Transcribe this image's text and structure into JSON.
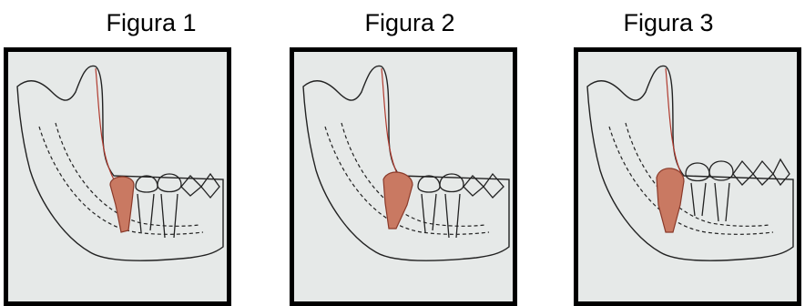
{
  "figures": [
    {
      "title": "Figura 1",
      "tooth_position": "vertical"
    },
    {
      "title": "Figura 2",
      "tooth_position": "angled"
    },
    {
      "title": "Figura 3",
      "tooth_position": "angled-deep"
    }
  ],
  "colors": {
    "tooth_fill": "#c97962",
    "line": "#222222",
    "nerve_line": "#b03a2e",
    "background": "#e6e9e8",
    "frame": "#000000"
  }
}
